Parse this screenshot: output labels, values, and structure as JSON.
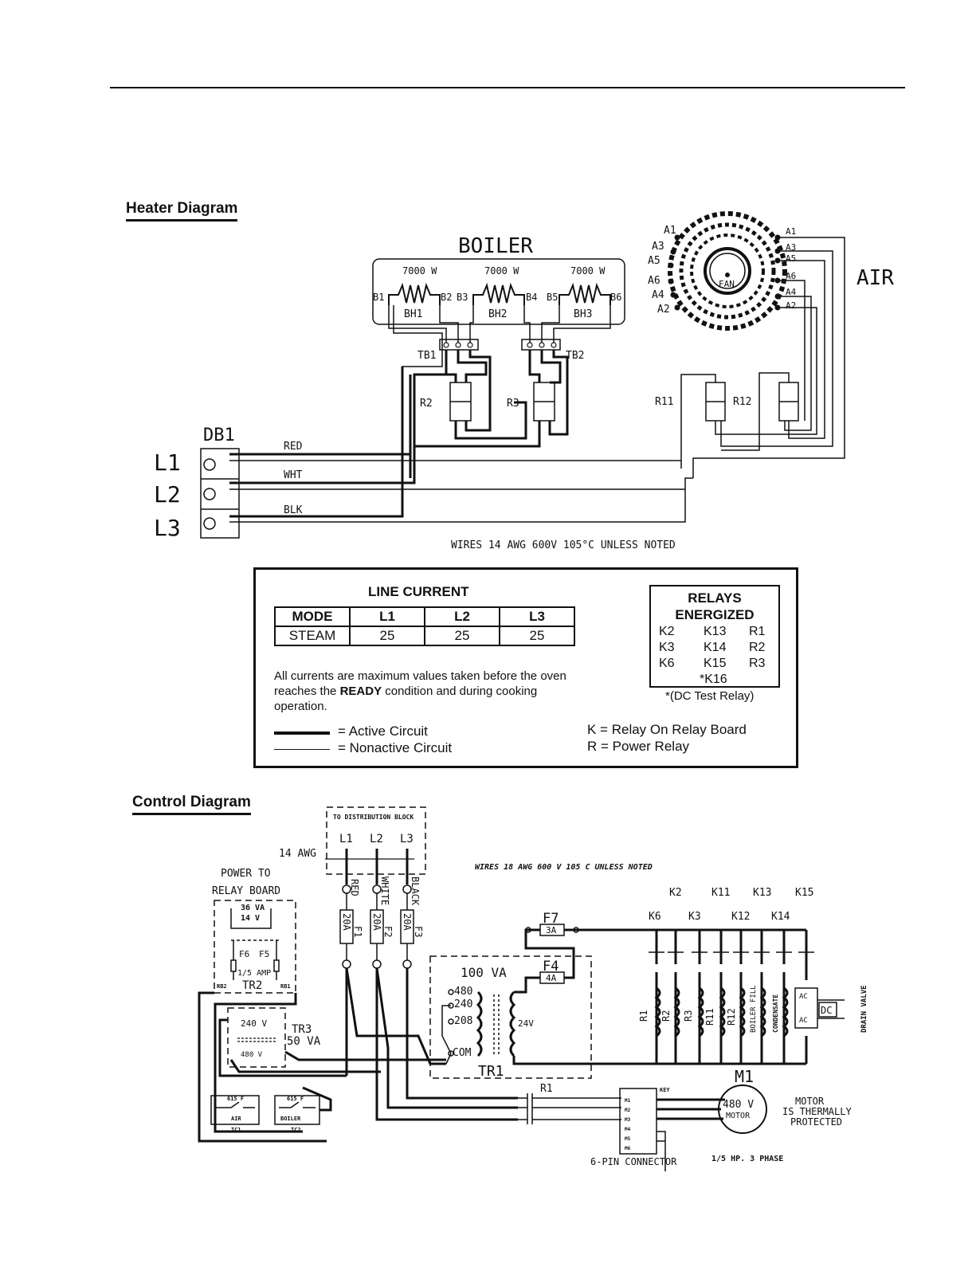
{
  "heater": {
    "section_title": "Heater Diagram",
    "boiler_label": "BOILER",
    "air_label": "AIR",
    "fan_label": "FAN",
    "heater_watts": [
      "7000 W",
      "7000 W",
      "7000 W"
    ],
    "heater_names": [
      "BH1",
      "BH2",
      "BH3"
    ],
    "boiler_terminals": [
      "B1",
      "B2",
      "B3",
      "B4",
      "B5",
      "B6"
    ],
    "air_terminals_left": [
      "A1",
      "A3",
      "A5",
      "A6",
      "A4",
      "A2"
    ],
    "air_terminals_right": [
      "A1",
      "A3",
      "A5",
      "A6",
      "A4",
      "A2"
    ],
    "terminal_blocks": [
      "TB1",
      "TB2"
    ],
    "relays": [
      "R2",
      "R3",
      "R11",
      "R12"
    ],
    "distribution_block": "DB1",
    "lines": [
      "L1",
      "L2",
      "L3"
    ],
    "wire_colors": [
      "RED",
      "WHT",
      "BLK"
    ],
    "wire_note": "WIRES 14 AWG 600V 105°C UNLESS NOTED"
  },
  "legend": {
    "line_current_title": "LINE CURRENT",
    "columns": [
      "MODE",
      "L1",
      "L2",
      "L3"
    ],
    "rows": [
      [
        "STEAM",
        "25",
        "25",
        "25"
      ]
    ],
    "note_pre": "All currents are maximum values taken before the oven reaches the ",
    "note_bold": "READY",
    "note_post": " condition and during cooking operation.",
    "relays_title_1": "RELAYS",
    "relays_title_2": "ENERGIZED",
    "relays_col1": [
      "K2",
      "K3",
      "K6"
    ],
    "relays_col2": [
      "K13",
      "K14",
      "K15",
      "*K16"
    ],
    "relays_col3": [
      "R1",
      "R2",
      "R3"
    ],
    "dc_note": "*(DC Test Relay)",
    "active": "=  Active Circuit",
    "nonactive": "=  Nonactive Circuit",
    "k_note": "K = Relay On Relay Board",
    "r_note": "R = Power Relay"
  },
  "control": {
    "section_title": "Control Diagram",
    "dist_block": "TO DISTRIBUTION BLOCK",
    "lines": [
      "L1",
      "L2",
      "L3"
    ],
    "awg": "14 AWG",
    "wire_note": "WIRES 18 AWG 600 V 105 C UNLESS NOTED",
    "power_to": "POWER TO",
    "relay_board": "RELAY BOARD",
    "tr2_va": "36 VA",
    "tr2_v": "14 V",
    "f6": "F6",
    "f5": "F5",
    "amp": "1/5 AMP",
    "tr2": "TR2",
    "rb2": "RB2",
    "rb1": "RB1",
    "tr3_v1": "240 V",
    "tr3_v2": "480 V",
    "tr3": "TR3",
    "tr3_va": "50 VA",
    "wire_colors": [
      "RED",
      "WHITE",
      "BLACK"
    ],
    "fuses": [
      "F1",
      "F2",
      "F3"
    ],
    "fuse_amps": [
      "20A",
      "20A",
      "20A"
    ],
    "f7": "F7",
    "f7_amp": "3A",
    "f4": "F4",
    "f4_amp": "4A",
    "tr1_va": "100 VA",
    "tr1_taps": [
      "480",
      "240",
      "208",
      "COM"
    ],
    "tr1_sec": "24V",
    "tr1": "TR1",
    "r1": "R1",
    "k_top": [
      "K2",
      "K11",
      "K13",
      "K15"
    ],
    "k_bottom": [
      "K6",
      "K3",
      "K12",
      "K14"
    ],
    "coils": [
      "R1",
      "R2",
      "R3",
      "R11",
      "R12",
      "BOILER FILL",
      "CONDENSATE"
    ],
    "drain_valve": "DRAIN VALVE",
    "dc": "DC",
    "ac": "AC",
    "m1": "M1",
    "motor_v": "480 V",
    "motor": "MOTOR",
    "motor_note": [
      "MOTOR",
      "IS THERMALLY",
      "PROTECTED"
    ],
    "hp": "1/5 HP. 3 PHASE",
    "connector": "6-PIN CONNECTOR",
    "key": "KEY",
    "pins": [
      "M1",
      "M2",
      "M3",
      "M4",
      "M5",
      "M6"
    ],
    "tc1_temp": "615 F",
    "tc2_temp": "615 F",
    "tc1": "AIR",
    "tc2": "BOILER",
    "tc1_id": "TC1",
    "tc2_id": "TC2"
  }
}
